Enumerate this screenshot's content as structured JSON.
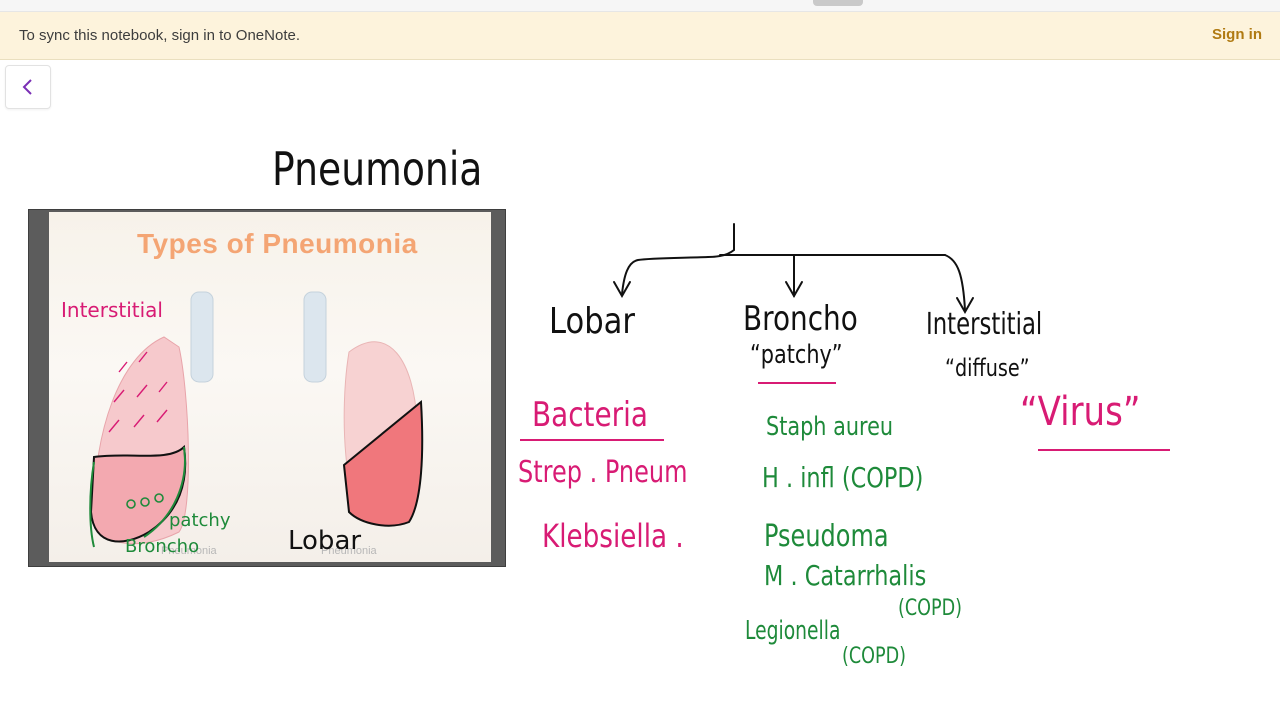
{
  "banner": {
    "message": "To sync this notebook, sign in to OneNote.",
    "sign_in": "Sign in"
  },
  "note": {
    "title": "Pneumonia",
    "types": {
      "lobar": "Lobar",
      "broncho": "Broncho",
      "broncho_note": "“patchy”",
      "interstitial": "Interstitial",
      "interstitial_note": "“diffuse”"
    },
    "lobar_column": {
      "heading": "Bacteria",
      "items": [
        "Strep . Pneum",
        "Klebsiella ."
      ]
    },
    "broncho_column": {
      "items": [
        "Staph aureu",
        "H . infl (COPD)",
        "Pseudoma",
        "M . Catarrhalis",
        "(COPD)",
        "Legionella",
        "(COPD)"
      ]
    },
    "interstitial_column": {
      "heading": "“Virus”"
    }
  },
  "slide": {
    "title": "Types of Pneumonia",
    "caption_left": "Pneumonia",
    "caption_right": "Pneumonia",
    "labels": {
      "interstitial": "Interstitial",
      "patchy": "patchy",
      "broncho": "Broncho",
      "lobar": "Lobar"
    }
  },
  "icons": {
    "back": "chevron-left-icon"
  },
  "colors": {
    "banner_bg": "#fdf3dc",
    "sign_in": "#b07a12",
    "accent": "#7a2fb5",
    "ink_black": "#111111",
    "ink_pink": "#d81b74",
    "ink_green": "#1e8a3a"
  }
}
